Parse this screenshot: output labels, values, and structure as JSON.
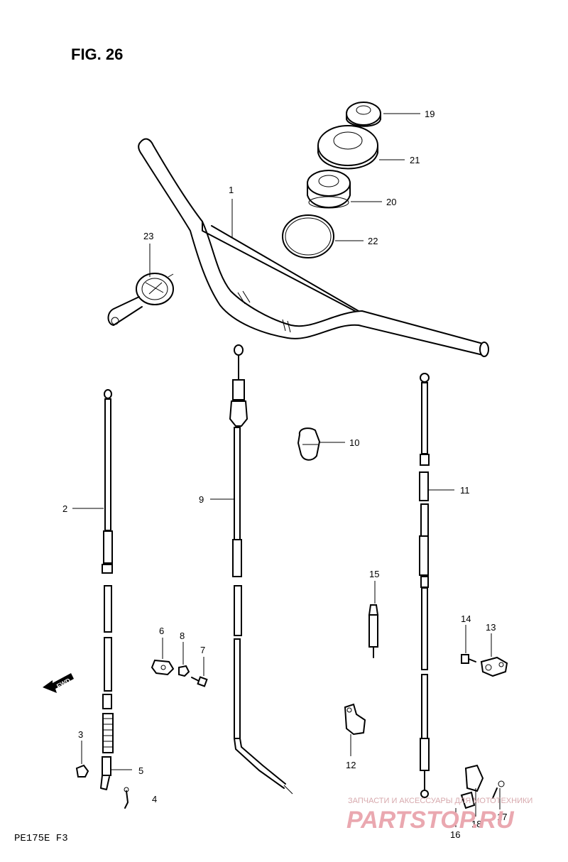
{
  "figure_title": "FIG. 26",
  "model_code": "PE175E  F3",
  "direction_label": "FWD",
  "watermark": {
    "tagline": "ЗАПЧАСТИ И АКСЕССУАРЫ ДЛЯ МОТОТЕХНИКИ",
    "brand": "PARTSTOP.RU"
  },
  "callouts": {
    "p1": "1",
    "p2": "2",
    "p3": "3",
    "p4": "4",
    "p5": "5",
    "p6": "6",
    "p7": "7",
    "p8": "8",
    "p9": "9",
    "p10": "10",
    "p11": "11",
    "p12": "12",
    "p13": "13",
    "p14": "14",
    "p15": "15",
    "p16": "16",
    "p17": "17",
    "p18": "18",
    "p19": "19",
    "p20": "20",
    "p21": "21",
    "p22": "22",
    "p23": "23"
  }
}
